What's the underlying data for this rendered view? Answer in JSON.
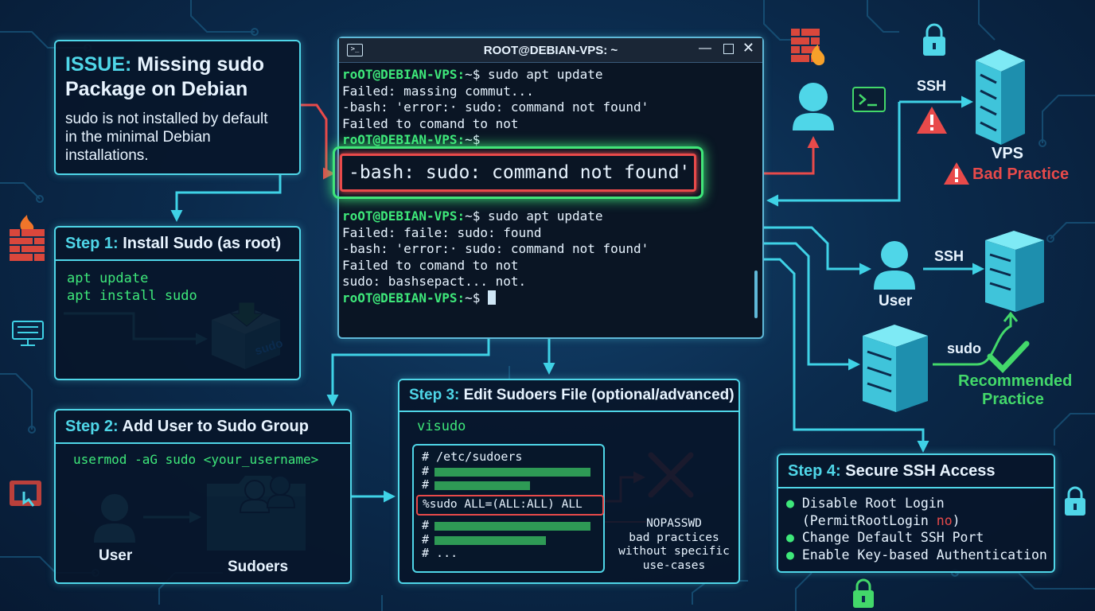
{
  "issue": {
    "prefix": "ISSUE:",
    "title_line1": " Missing sudo",
    "title_line2": "Package on Debian",
    "desc": "sudo is not installed by default in the minimal Debian installations."
  },
  "terminal": {
    "title": "ROOT@DEBIAN-VPS: ~",
    "prompt": "roOT@DEBIAN-VPS:",
    "prompt_suffix": "~$ ",
    "block1": [
      {
        "type": "cmd",
        "text": "sudo apt update"
      },
      {
        "type": "out",
        "text": "Failed: massing commut..."
      },
      {
        "type": "out",
        "text": "-bash: 'error:· sudo: command not found'"
      },
      {
        "type": "out",
        "text": "Failed to comand to not"
      },
      {
        "type": "cmd",
        "text": ""
      }
    ],
    "error_highlight": "-bash: sudo: command not found'",
    "block2": [
      {
        "type": "cmd",
        "text": "sudo apt update"
      },
      {
        "type": "out",
        "text": "Failed: faile: sudo: found"
      },
      {
        "type": "out",
        "text": "-bash: 'error:· sudo: command not found'"
      },
      {
        "type": "out",
        "text": "Failed to comand to not"
      },
      {
        "type": "out",
        "text": "sudo: bashsepact... not."
      },
      {
        "type": "cmd",
        "text": ""
      }
    ]
  },
  "step1": {
    "num": "Step 1:",
    "title": " Install Sudo (as root)",
    "code1": "apt update",
    "code2": "apt install sudo",
    "box_label": "sudo"
  },
  "step2": {
    "num": "Step 2:",
    "title": " Add User to Sudo Group",
    "code": "usermod -aG sudo <your_username>",
    "user_label": "User",
    "folder_label": "Sudoers"
  },
  "step3": {
    "num": "Step 3:",
    "title": " Edit Sudoers File (optional/advanced)",
    "cmd": "visudo",
    "file_lines": [
      "# /etc/sudoers",
      "#",
      "#"
    ],
    "rule": "%sudo ALL=(ALL:ALL) ALL",
    "file_lines_after": [
      "#",
      "#",
      "# ..."
    ],
    "note": [
      "NOPASSWD",
      "bad practices",
      "without specific",
      "use-cases"
    ]
  },
  "step4": {
    "num": "Step 4:",
    "title": " Secure SSH Access",
    "items": [
      {
        "text": "Disable Root Login"
      },
      {
        "text": "(PermitRootLogin ",
        "accent": "no",
        "tail": ")"
      },
      {
        "text": "Change Default SSH Port"
      },
      {
        "text": "Enable Key-based Authentication"
      }
    ]
  },
  "right": {
    "ssh_top": "SSH",
    "vps": "VPS",
    "bad": "Bad Practice",
    "ssh_mid": "SSH",
    "user": "User",
    "sudo": "sudo",
    "recommended_1": "Recommended",
    "recommended_2": "Practice"
  },
  "colors": {
    "accent": "#4fd6e8",
    "error": "#e84a4a",
    "prompt": "#3ee87a",
    "good": "#43d86a"
  }
}
